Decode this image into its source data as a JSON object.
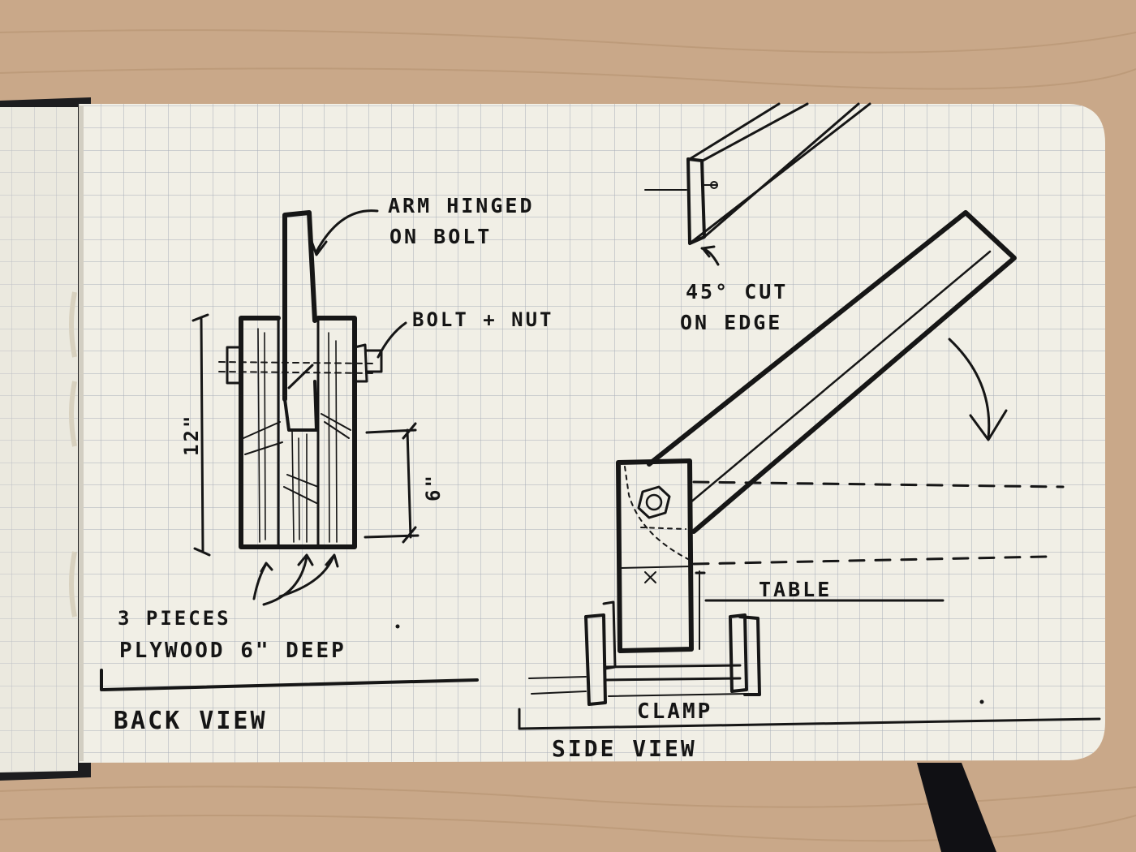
{
  "back_view": {
    "title": "BACK VIEW",
    "labels": {
      "arm_1": "ARM HINGED",
      "arm_2": "ON BOLT",
      "bolt": "BOLT + NUT",
      "height_12": "12\"",
      "height_6": "6\"",
      "pieces_1": "3 PIECES",
      "pieces_2": "PLYWOOD 6\" DEEP"
    }
  },
  "side_view": {
    "title": "SIDE VIEW",
    "labels": {
      "cut_1": "45° CUT",
      "cut_2": "ON EDGE",
      "table": "TABLE",
      "clamp": "CLAMP"
    }
  },
  "colors": {
    "paper": "#f1efe6",
    "grid": "#a8aeb8",
    "ink": "#161616",
    "wood": "#c9a889",
    "cover": "#1d1d1f"
  }
}
